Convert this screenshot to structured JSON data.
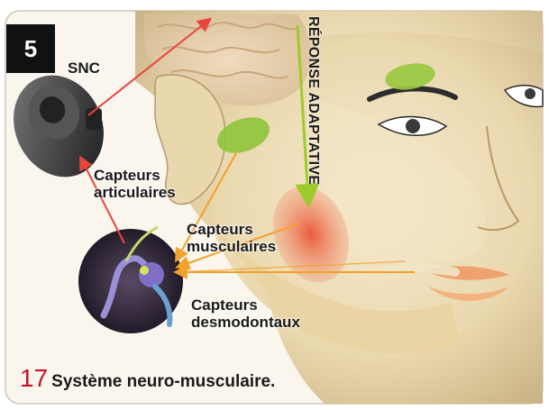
{
  "figure": {
    "number_badge": "5",
    "labels": {
      "snc": "SNC",
      "capteurs_articulaires": [
        "Capteurs",
        "articulaires"
      ],
      "capteurs_musculaires": [
        "Capteurs",
        "musculaires"
      ],
      "capteurs_desmodontaux": [
        "Capteurs",
        "desmodontaux"
      ],
      "reponse_adaptative": "RÉPONSE ADAPTATIVE"
    },
    "caption": {
      "number": "17",
      "text": "Système neuro-musculaire."
    },
    "colors": {
      "red_arrow": "#e8463c",
      "orange_arrow": "#f2a12a",
      "green_arrow": "#9ccc2a",
      "caption_number": "#c4102a",
      "badge": "#111111"
    }
  }
}
